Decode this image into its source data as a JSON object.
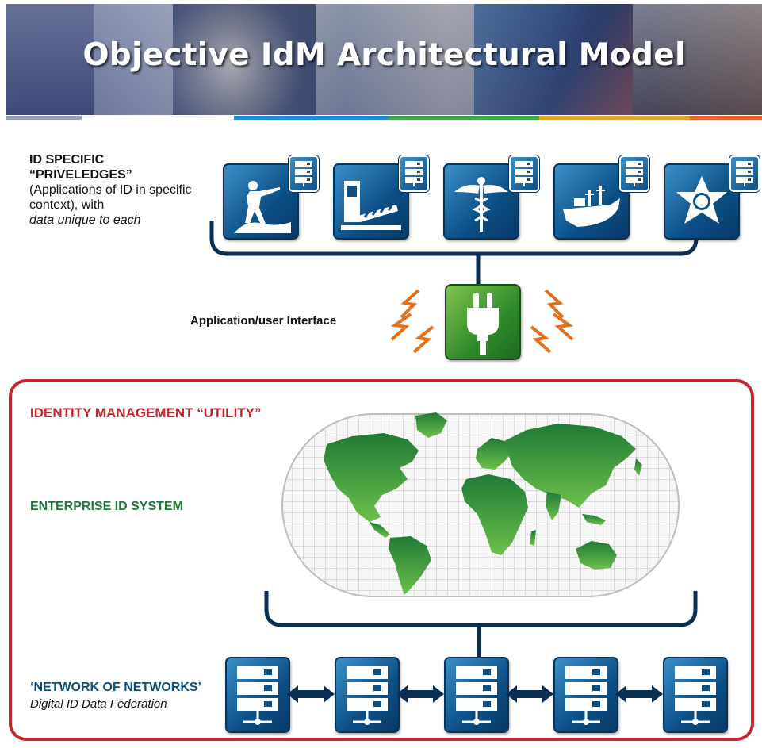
{
  "banner": {
    "title": "Objective IdM Architectural Model"
  },
  "labels": {
    "id_specific_1": "ID SPECIFIC",
    "id_specific_2": "“PRIVELEDGES”",
    "id_specific_3": "(Applications of ID in specific context), with",
    "id_specific_4": "data unique to each",
    "app_interface": "Application/user Interface",
    "utility": "IDENTITY MANAGEMENT “UTILITY”",
    "enterprise": "ENTERPRISE ID SYSTEM",
    "network_title": "‘NETWORK OF NETWORKS’",
    "network_sub": "Digital ID Data Federation"
  },
  "app_icons": [
    "soldier-icon",
    "border-gate-icon",
    "medical-caduceus-icon",
    "ship-icon",
    "sheriff-star-icon"
  ],
  "colors": {
    "tile_blue": "#0b4f86",
    "plug_green": "#2f8a2b",
    "utility_red": "#c0282d",
    "enterprise_green": "#1b7a3a",
    "network_blue": "#0d4f7a",
    "bolt_orange": "#e2701f"
  }
}
